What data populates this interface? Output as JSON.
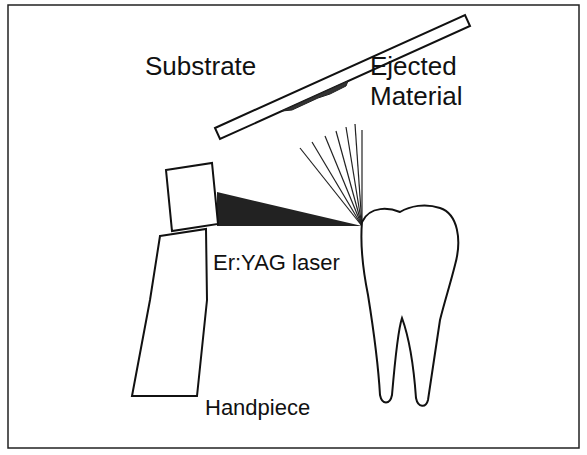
{
  "diagram": {
    "labels": [
      "Substrate",
      "Ejected Material",
      "Er:YAG laser",
      "Handpiece"
    ]
  }
}
